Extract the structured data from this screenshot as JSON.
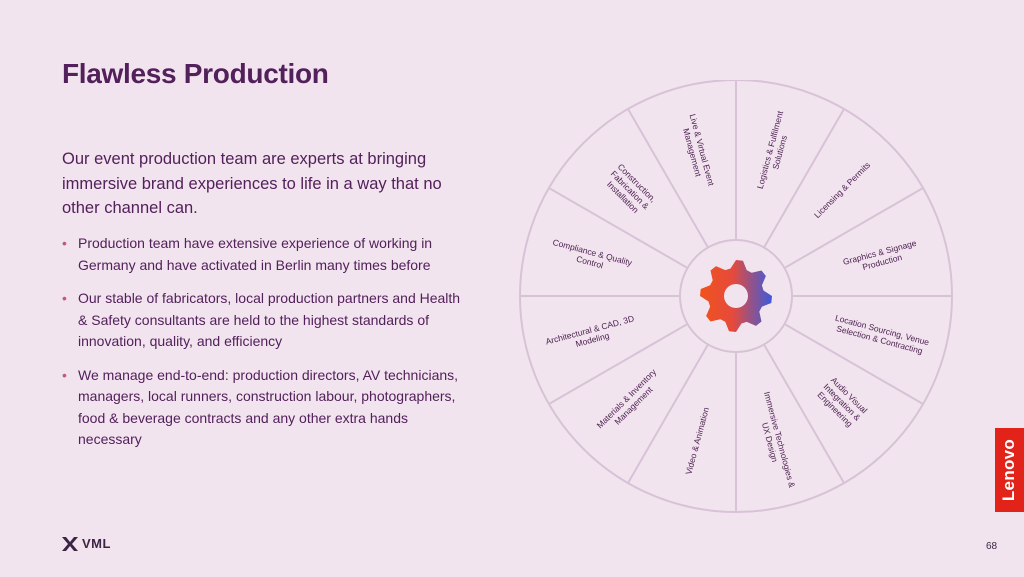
{
  "slide": {
    "title": "Flawless Production",
    "intro": "Our event production team are experts at bringing immersive brand experiences to life in a way that no other channel can.",
    "bullets": [
      "Production team have extensive experience of working in Germany and have activated in Berlin many times before",
      "Our stable of fabricators, local production partners and Health & Safety consultants are held to the highest standards of innovation, quality, and efficiency",
      "We manage end-to-end: production directors, AV technicians, managers, local runners, construction labour, photographers, food & beverage contracts and any other extra hands necessary"
    ],
    "page_number": "68"
  },
  "wheel": {
    "center_icon": "gear-icon",
    "colors": {
      "outline": "#d7c2d6",
      "gear_start": "#f0531c",
      "gear_end": "#3b5bdb"
    },
    "segments": [
      {
        "lines": [
          "Live & Virtual Event",
          "Management"
        ]
      },
      {
        "lines": [
          "Logistics & Fulfilment",
          "Solutions"
        ]
      },
      {
        "lines": [
          "Licensing & Permits"
        ]
      },
      {
        "lines": [
          "Graphics & Signage",
          "Production"
        ]
      },
      {
        "lines": [
          "Location Sourcing, Venue",
          "Selection & Contracting"
        ]
      },
      {
        "lines": [
          "Audio Visual",
          "Integration &",
          "Engineering"
        ]
      },
      {
        "lines": [
          "Immersive Technologies &",
          "UX Design"
        ]
      },
      {
        "lines": [
          "Video & Animation"
        ]
      },
      {
        "lines": [
          "Materials & Inventory",
          "Management"
        ]
      },
      {
        "lines": [
          "Architectural & CAD, 3D",
          "Modeling"
        ]
      },
      {
        "lines": [
          "Compliance & Quality",
          "Control"
        ]
      },
      {
        "lines": [
          "Construction,",
          "Fabrication &",
          "Installation"
        ]
      }
    ]
  },
  "branding": {
    "agency_logo": "VML",
    "brand_tab": "Lenovo",
    "brand_color": "#e2231a"
  }
}
